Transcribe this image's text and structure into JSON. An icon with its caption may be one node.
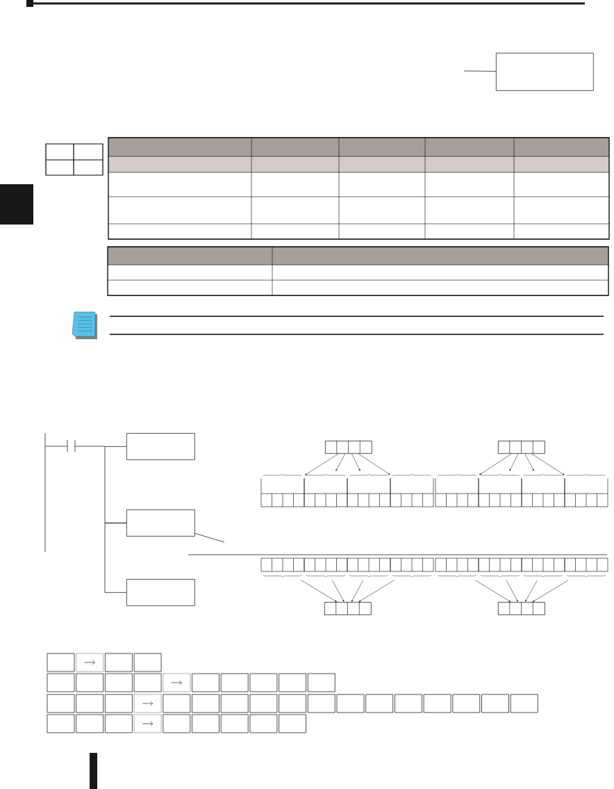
{
  "diagram": {
    "nodes": [
      {
        "text": [],
        "shape": "box"
      },
      {
        "text": [],
        "shape": "box"
      },
      {
        "text": [],
        "shape": "box"
      },
      {
        "text": [],
        "shape": "box"
      },
      {
        "text": [],
        "shape": "box"
      },
      {
        "text": [],
        "shape": "box"
      },
      {
        "text": [],
        "shape": "box"
      },
      {
        "text": [],
        "shape": "box"
      },
      {
        "text": [],
        "shape": "box"
      },
      {
        "text": [],
        "shape": "box"
      },
      {
        "text": [],
        "shape": "box"
      },
      {
        "text": [],
        "shape": "box"
      },
      {
        "text": [],
        "shape": "box"
      },
      {
        "text": [],
        "shape": "box"
      },
      {
        "text": [],
        "shape": "box"
      },
      {
        "text": [],
        "shape": "box"
      },
      {
        "text": [],
        "shape": "box"
      },
      {
        "text": [],
        "shape": "box"
      },
      {
        "text": [],
        "shape": "box"
      },
      {
        "text": [],
        "shape": "box"
      },
      {
        "text": [],
        "shape": "box"
      },
      {
        "text": [],
        "shape": "box"
      },
      {
        "text": [],
        "shape": "box"
      },
      {
        "text": [],
        "shape": "box"
      }
    ],
    "edges": [
      {
        "from": null,
        "to": 0,
        "arrow": "none"
      },
      {
        "from": 2,
        "to": null,
        "arrow": "none"
      },
      {
        "from": 4,
        "to": 6,
        "arrow": "to"
      },
      {
        "from": 4,
        "to": 7,
        "arrow": "to"
      },
      {
        "from": 4,
        "to": 8,
        "arrow": "to"
      },
      {
        "from": 4,
        "to": 9,
        "arrow": "to"
      },
      {
        "from": 5,
        "to": 10,
        "arrow": "to"
      },
      {
        "from": 5,
        "to": 11,
        "arrow": "to"
      },
      {
        "from": 5,
        "to": 12,
        "arrow": "to"
      },
      {
        "from": 5,
        "to": 13,
        "arrow": "to"
      },
      {
        "from": 14,
        "to": 22,
        "arrow": "to"
      },
      {
        "from": 15,
        "to": 22,
        "arrow": "to"
      },
      {
        "from": 16,
        "to": 22,
        "arrow": "to"
      },
      {
        "from": 17,
        "to": 22,
        "arrow": "to"
      },
      {
        "from": 18,
        "to": 23,
        "arrow": "to"
      },
      {
        "from": 19,
        "to": 23,
        "arrow": "to"
      },
      {
        "from": 20,
        "to": 23,
        "arrow": "to"
      },
      {
        "from": 21,
        "to": 23,
        "arrow": "to"
      },
      {
        "from": 1,
        "to": 2,
        "arrow": "none"
      },
      {
        "from": 2,
        "to": 3,
        "arrow": "none"
      }
    ]
  }
}
